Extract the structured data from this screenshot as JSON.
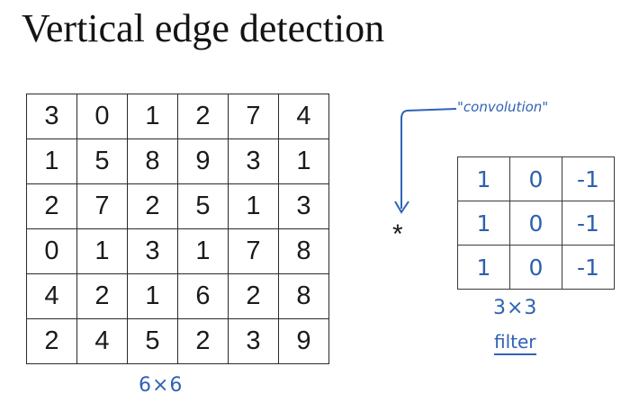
{
  "title": "Vertical edge detection",
  "input_matrix": {
    "rows": [
      [
        3,
        0,
        1,
        2,
        7,
        4
      ],
      [
        1,
        5,
        8,
        9,
        3,
        1
      ],
      [
        2,
        7,
        2,
        5,
        1,
        3
      ],
      [
        0,
        1,
        3,
        1,
        7,
        8
      ],
      [
        4,
        2,
        1,
        6,
        2,
        8
      ],
      [
        2,
        4,
        5,
        2,
        3,
        9
      ]
    ],
    "size_label": "6×6"
  },
  "operator": "*",
  "annotation": "\"convolution\"",
  "filter_matrix": {
    "rows": [
      [
        "1",
        "0",
        "-1"
      ],
      [
        "1",
        "0",
        "-1"
      ],
      [
        "1",
        "0",
        "-1"
      ]
    ],
    "size_label": "3×3",
    "caption": "filter"
  },
  "colors": {
    "ink": "#1a1a1a",
    "annotation_blue": "#2f62b6"
  }
}
